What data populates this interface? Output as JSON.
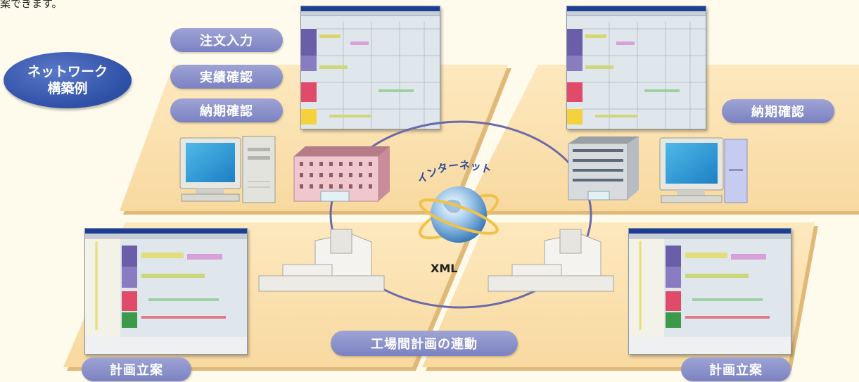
{
  "intro_text": "案できます。",
  "title_oval": {
    "line1": "ネットワーク",
    "line2": "構築例"
  },
  "left_menu": [
    "注文入力",
    "実績確認",
    "納期確認"
  ],
  "right_label": "納期確認",
  "internet_label": "インターネット",
  "xml_label": "XML",
  "center_label": "工場間計画の連動",
  "bottom_left_label": "計画立案",
  "bottom_right_label": "計画立案",
  "colors": {
    "panel": "#fbe3b0",
    "pill": "#8c92cc",
    "oval": "#3256ad",
    "ring": "#6c6aa8"
  }
}
